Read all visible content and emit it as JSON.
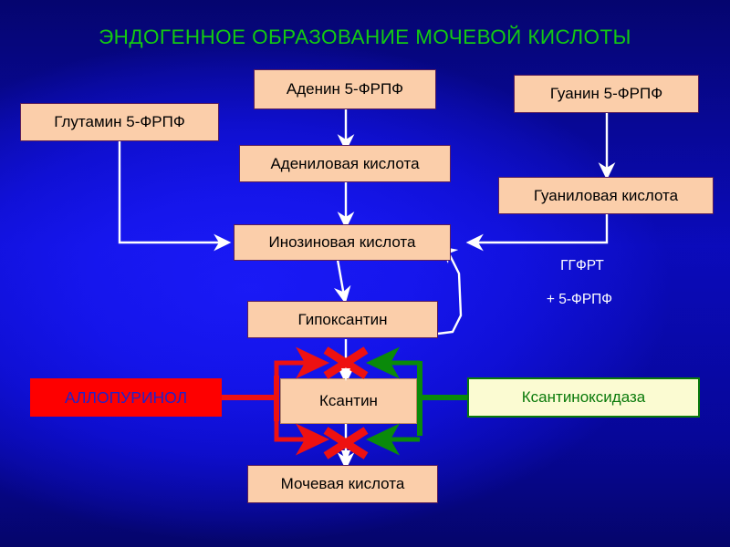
{
  "title": "ЭНДОГЕННОЕ ОБРАЗОВАНИЕ МОЧЕВОЙ КИСЛОТЫ",
  "colors": {
    "title_green": "#13c913",
    "node_fill": "#fbceaa",
    "node_border": "#5a1f5a",
    "allopurinol_fill": "#fe0000",
    "allopurinol_text": "#2222c8",
    "xanthine_oxidase_fill": "#fbfbd2",
    "xanthine_oxidase_text": "#0a7a0a",
    "inhibition_red": "#ee1111",
    "enzyme_green": "#0a8a0a",
    "flow_arrow": "#ffffff",
    "background_blue": "#0a0aa8"
  },
  "nodes": {
    "adenine_prpp": "Аденин 5-ФРПФ",
    "guanine_prpp": "Гуанин 5-ФРПФ",
    "glutamine_prpp": "Глутамин 5-ФРПФ",
    "adenylic_acid": "Адениловая кислота",
    "guanylic_acid": "Гуаниловая кислота",
    "inosinic_acid": "Инозиновая кислота",
    "hypoxanthine": "Гипоксантин",
    "xanthine": "Ксантин",
    "uric_acid": "Мочевая кислота",
    "allopurinol": "АЛЛОПУРИНОЛ",
    "xanthine_oxidase": "Ксантиноксидаза"
  },
  "labels": {
    "hgprt": "ГГФРТ",
    "plus_prpp": "+ 5-ФРПФ"
  },
  "chart_data": {
    "type": "diagram",
    "title": "ЭНДОГЕННОЕ ОБРАЗОВАНИЕ МОЧЕВОЙ КИСЛОТЫ",
    "edges": [
      {
        "from": "adenine_prpp",
        "to": "adenylic_acid",
        "style": "white-arrow"
      },
      {
        "from": "adenylic_acid",
        "to": "inosinic_acid",
        "style": "white-arrow"
      },
      {
        "from": "guanine_prpp",
        "to": "guanylic_acid",
        "style": "white-arrow"
      },
      {
        "from": "guanylic_acid",
        "to": "inosinic_acid",
        "style": "white-arrow-elbow"
      },
      {
        "from": "glutamine_prpp",
        "to": "inosinic_acid",
        "style": "white-arrow-elbow"
      },
      {
        "from": "inosinic_acid",
        "to": "hypoxanthine",
        "style": "white-arrow"
      },
      {
        "from": "hypoxanthine",
        "to": "inosinic_acid",
        "style": "white-curve-salvage",
        "label": "ГГФРТ + 5-ФРПФ"
      },
      {
        "from": "hypoxanthine",
        "to": "xanthine",
        "style": "white-arrow-blocked"
      },
      {
        "from": "xanthine",
        "to": "uric_acid",
        "style": "white-arrow-blocked"
      },
      {
        "from": "allopurinol",
        "to": "hypoxanthine_to_xanthine_step",
        "style": "red-inhibition"
      },
      {
        "from": "allopurinol",
        "to": "xanthine_to_uric_step",
        "style": "red-inhibition"
      },
      {
        "from": "xanthine_oxidase",
        "to": "hypoxanthine_to_xanthine_step",
        "style": "green-catalysis"
      },
      {
        "from": "xanthine_oxidase",
        "to": "xanthine_to_uric_step",
        "style": "green-catalysis"
      }
    ],
    "blockers": [
      {
        "at": "hypoxanthine_to_xanthine",
        "marker": "red-X"
      },
      {
        "at": "xanthine_to_uric_acid",
        "marker": "red-X"
      }
    ]
  }
}
